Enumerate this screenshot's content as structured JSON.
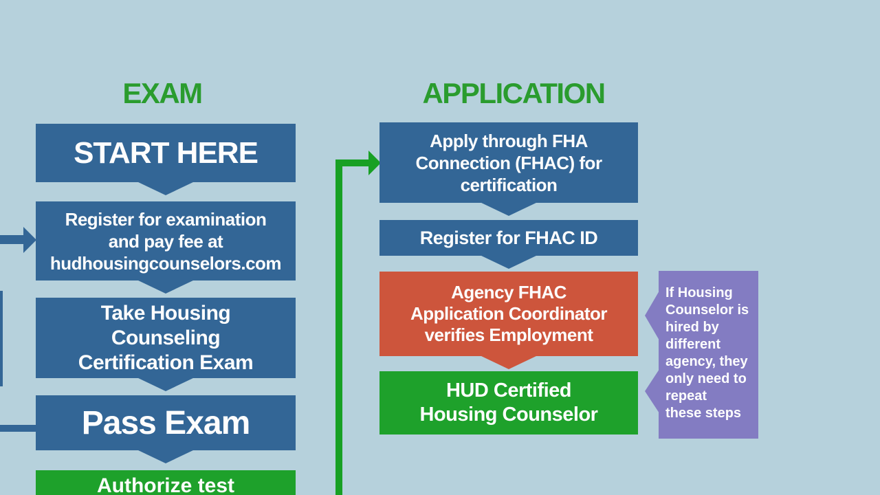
{
  "colors": {
    "background": "#b6d1dc",
    "box_blue": "#336696",
    "box_red": "#cd553c",
    "box_green": "#1ea12b",
    "note_purple": "#837cc2",
    "heading_green": "#2a9c2e",
    "arrow_green": "#18a024",
    "text_white": "#fdfdfd"
  },
  "headings": {
    "exam": "EXAM",
    "application": "APPLICATION"
  },
  "exam_column": {
    "start_here": "START HERE",
    "register": {
      "lines": [
        "Register for examination",
        "and pay fee at",
        "hudhousingcounselors.com"
      ]
    },
    "take_exam": {
      "lines": [
        "Take Housing",
        "Counseling",
        "Certification Exam"
      ]
    },
    "pass_exam": "Pass Exam",
    "authorize": "Authorize test"
  },
  "application_column": {
    "apply": {
      "lines": [
        "Apply through FHA",
        "Connection (FHAC) for",
        "certification"
      ]
    },
    "register_id": "Register for FHAC ID",
    "coordinator": {
      "lines": [
        "Agency FHAC",
        "Application Coordinator",
        "verifies Employment"
      ]
    },
    "certified": {
      "lines": [
        "HUD Certified",
        "Housing Counselor"
      ]
    }
  },
  "note": {
    "lines": [
      "If Housing",
      "Counselor is",
      "hired by",
      "different",
      "agency, they",
      "only need to",
      "repeat",
      "these steps"
    ]
  }
}
